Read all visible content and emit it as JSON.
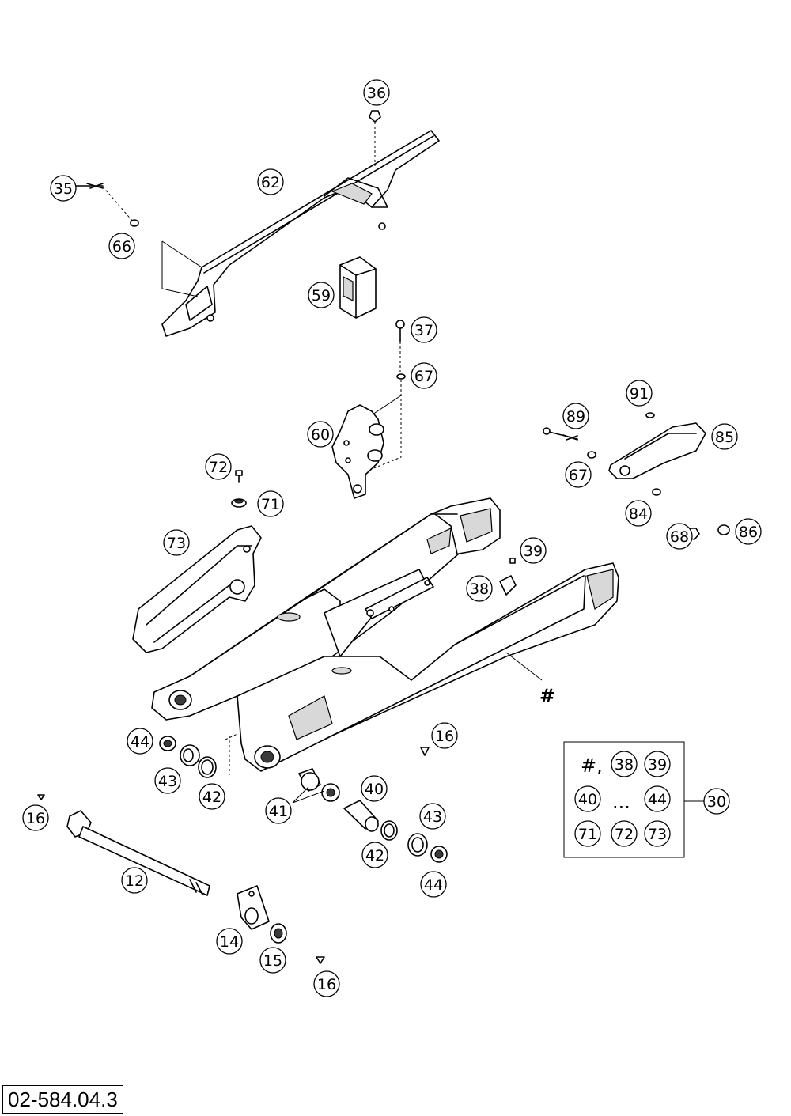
{
  "document_code": "02-584.04.3",
  "frame_marker": "#",
  "kit": {
    "label": "30",
    "marker": "#,",
    "ellipsis": "...",
    "rows": [
      [
        "38",
        "39"
      ],
      [
        "40",
        "44"
      ],
      [
        "71",
        "72",
        "73"
      ]
    ]
  },
  "callouts": [
    "36",
    "35",
    "62",
    "66",
    "59",
    "37",
    "67",
    "91",
    "89",
    "85",
    "60",
    "67",
    "72",
    "71",
    "84",
    "73",
    "68",
    "86",
    "39",
    "38",
    "16",
    "44",
    "43",
    "42",
    "40",
    "41",
    "43",
    "16",
    "42",
    "44",
    "12",
    "14",
    "15",
    "16"
  ]
}
